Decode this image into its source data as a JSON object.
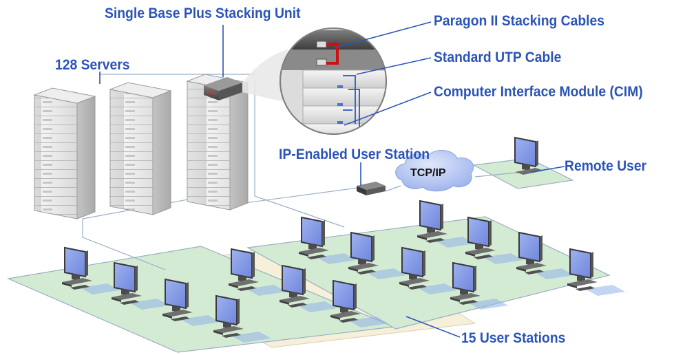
{
  "labels": {
    "stacking_unit": "Single Base Plus Stacking Unit",
    "servers": "128 Servers",
    "stacking_cables": "Paragon II Stacking Cables",
    "utp_cable": "Standard UTP Cable",
    "cim": "Computer Interface Module (CIM)",
    "ip_station": "IP-Enabled User Station",
    "network": "TCP/IP",
    "remote_user": "Remote User",
    "user_stations": "15 User Stations"
  },
  "colors": {
    "callout_text": "#2b54b8",
    "leader_line": "#2b54b8",
    "floor_green": "#d3ebd3",
    "floor_outline": "#9aafc4",
    "monitor_screen": "#7f97e6",
    "cloud": "#b9c9f3",
    "stacking_cable": "#cc1111",
    "rack": "#e5e5e5"
  },
  "counts": {
    "servers": 128,
    "user_stations": 15
  }
}
